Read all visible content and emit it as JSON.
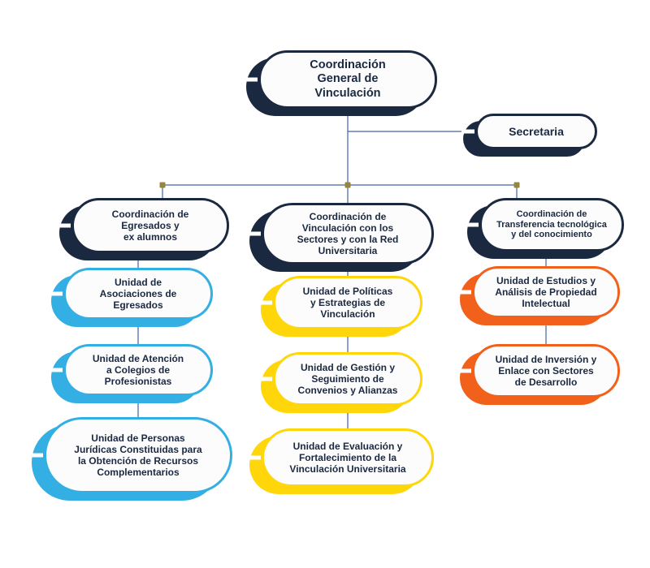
{
  "diagram": {
    "type": "org-chart",
    "nodes": {
      "root": {
        "label": "Coordinación\nGeneral de\nVinculación",
        "color_key": "navy"
      },
      "secretaria": {
        "label": "Secretaria",
        "color_key": "navy"
      },
      "coord_egresados": {
        "label": "Coordinación de\nEgresados y\nex alumnos",
        "color_key": "navy"
      },
      "coord_sectores": {
        "label": "Coordinación de\nVinculación con los\nSectores y con la Red\nUniversitaria",
        "color_key": "navy"
      },
      "coord_transferencia": {
        "label": "Coordinación de\nTransferencia tecnológica\ny del conocimiento",
        "color_key": "navy"
      },
      "unidad_asociaciones": {
        "label": "Unidad de\nAsociaciones de\nEgresados",
        "color_key": "blue"
      },
      "unidad_atencion": {
        "label": "Unidad de Atención\na Colegios de\nProfesionistas",
        "color_key": "blue"
      },
      "unidad_personas": {
        "label": "Unidad de Personas\nJurídicas Constituidas para\nla Obtención de Recursos\nComplementarios",
        "color_key": "blue"
      },
      "unidad_politicas": {
        "label": "Unidad de Políticas\ny Estrategias de\nVinculación",
        "color_key": "yellow"
      },
      "unidad_gestion": {
        "label": "Unidad de Gestión y\nSeguimiento de\nConvenios y Alianzas",
        "color_key": "yellow"
      },
      "unidad_evaluacion": {
        "label": "Unidad de Evaluación y\nFortalecimiento de la\nVinculación Universitaria",
        "color_key": "yellow"
      },
      "unidad_estudios": {
        "label": "Unidad de Estudios y\nAnálisis de Propiedad\nIntelectual",
        "color_key": "orange"
      },
      "unidad_inversion": {
        "label": "Unidad de Inversión y\nEnlace con Sectores\nde Desarrollo",
        "color_key": "orange"
      }
    },
    "edges": [
      [
        "root",
        "secretaria"
      ],
      [
        "root",
        "coord_egresados"
      ],
      [
        "root",
        "coord_sectores"
      ],
      [
        "root",
        "coord_transferencia"
      ],
      [
        "coord_egresados",
        "unidad_asociaciones"
      ],
      [
        "unidad_asociaciones",
        "unidad_atencion"
      ],
      [
        "unidad_atencion",
        "unidad_personas"
      ],
      [
        "coord_sectores",
        "unidad_politicas"
      ],
      [
        "unidad_politicas",
        "unidad_gestion"
      ],
      [
        "unidad_gestion",
        "unidad_evaluacion"
      ],
      [
        "coord_transferencia",
        "unidad_estudios"
      ],
      [
        "unidad_estudios",
        "unidad_inversion"
      ]
    ],
    "colors": {
      "navy": "#1b2940",
      "blue": "#33afe3",
      "yellow": "#ffd60a",
      "orange": "#f2611c",
      "connector_line": "#3d64a8",
      "junction_dot": "#968540",
      "node_fill": "#fcfcfd",
      "label_text": "#1b2940"
    }
  }
}
